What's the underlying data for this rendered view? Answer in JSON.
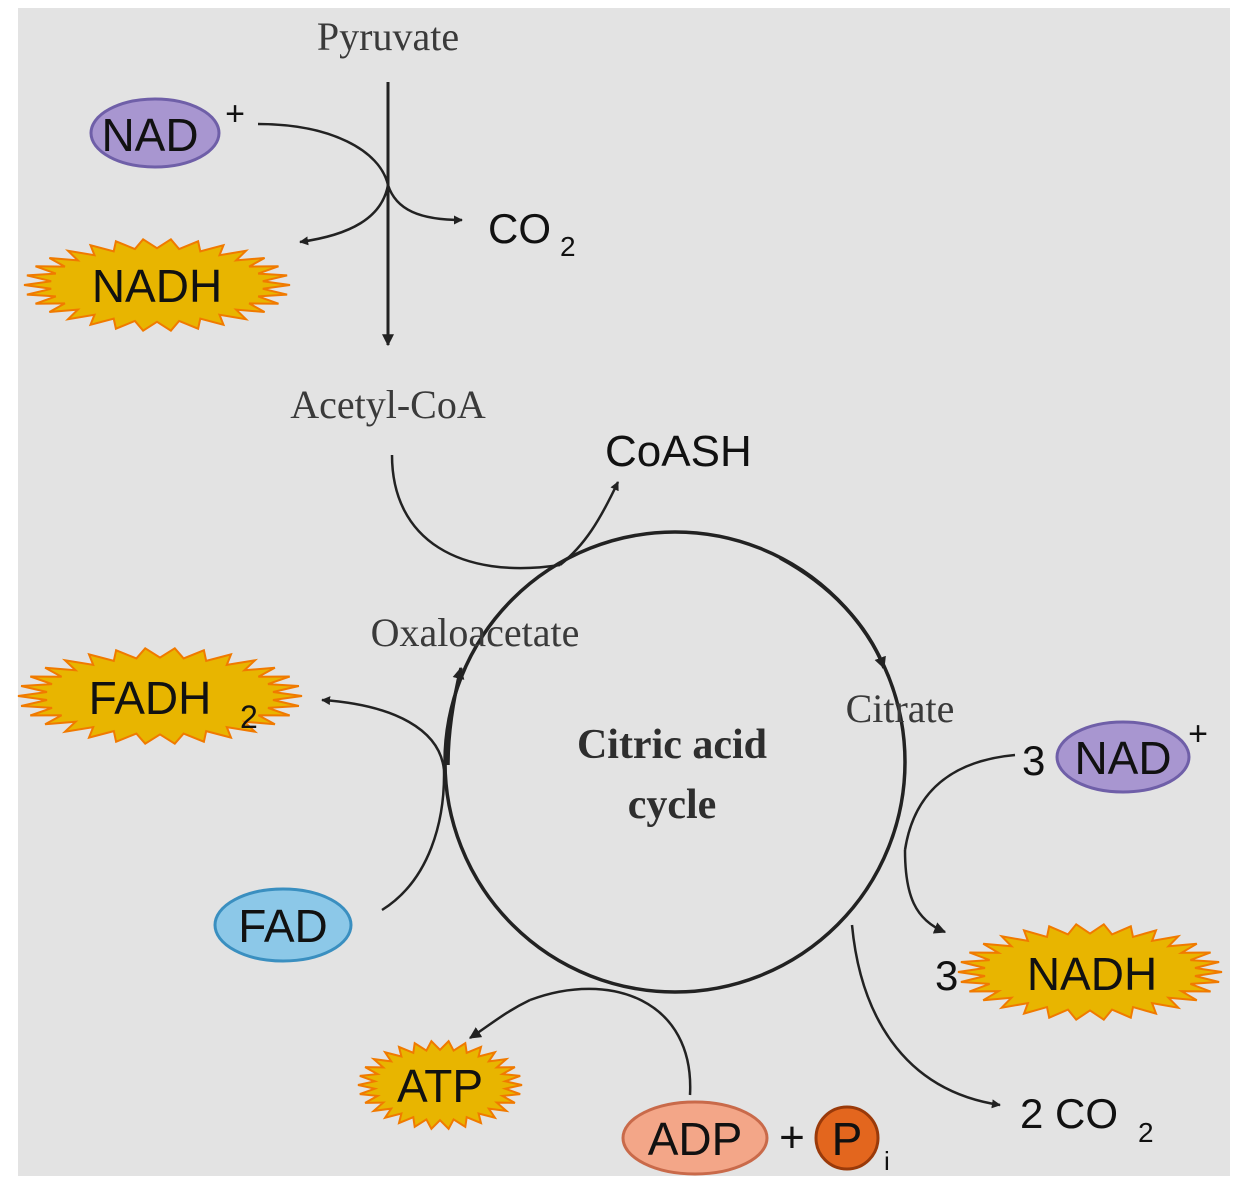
{
  "diagram": {
    "labels": {
      "pyruvate": "Pyruvate",
      "acetyl_coa": "Acetyl-CoA",
      "coash": "CoASH",
      "oxaloacetate": "Oxaloacetate",
      "citrate": "Citrate",
      "cycle_line1": "Citric acid",
      "cycle_line2": "cycle"
    },
    "molecules": {
      "nad_top": {
        "text": "NAD",
        "sup": "+"
      },
      "co2_top": {
        "text": "CO",
        "sub": "2"
      },
      "nadh_top": {
        "text": "NADH"
      },
      "fadh2": {
        "text": "FADH",
        "sub": "2"
      },
      "fad": {
        "text": "FAD"
      },
      "nad_right": {
        "coef": "3",
        "text": "NAD",
        "sup": "+"
      },
      "nadh_right": {
        "coef": "3",
        "text": "NADH"
      },
      "co2_right": {
        "text": "2 CO",
        "sub": "2"
      },
      "atp": {
        "text": "ATP"
      },
      "adp": {
        "text": "ADP"
      },
      "plus": "+",
      "pi": {
        "text": "P",
        "sub": "i"
      }
    },
    "colors": {
      "background": "#e3e3e3",
      "nad_fill": "#a896d0",
      "nad_stroke": "#6f5fa8",
      "star_fill": "#e8b500",
      "star_stroke": "#f07a00",
      "fad_fill": "#8cc8e8",
      "fad_stroke": "#3a8fc0",
      "adp_fill": "#f3a688",
      "adp_stroke": "#c96a4a",
      "pi_fill": "#e3661e",
      "pi_stroke": "#9a3a0a",
      "line": "#222222"
    }
  }
}
